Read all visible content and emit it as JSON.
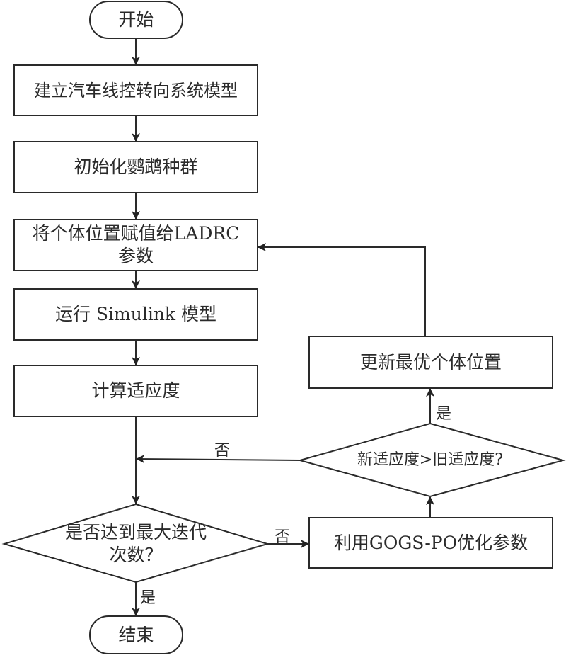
{
  "flowchart": {
    "start": "开始",
    "end": "结束",
    "steps": [
      "建立汽车线控转向系统模型",
      "初始化鹦鹉种群",
      "将个体位置赋值给LADRC参数",
      "运行 Simulink 模型",
      "计算适应度"
    ],
    "step3_lines": [
      "将个体位置赋值给LADRC",
      "参数"
    ],
    "decision_max_iter": {
      "lines": [
        "是否达到最大迭代",
        "次数？"
      ],
      "yes_label": "是",
      "no_label": "否"
    },
    "optimize_step": "利用GOGS-PO优化参数",
    "decision_fitness": {
      "text": "新适应度>旧适应度?",
      "yes_label": "是",
      "no_label": "否"
    },
    "update_step": "更新最优个体位置"
  }
}
